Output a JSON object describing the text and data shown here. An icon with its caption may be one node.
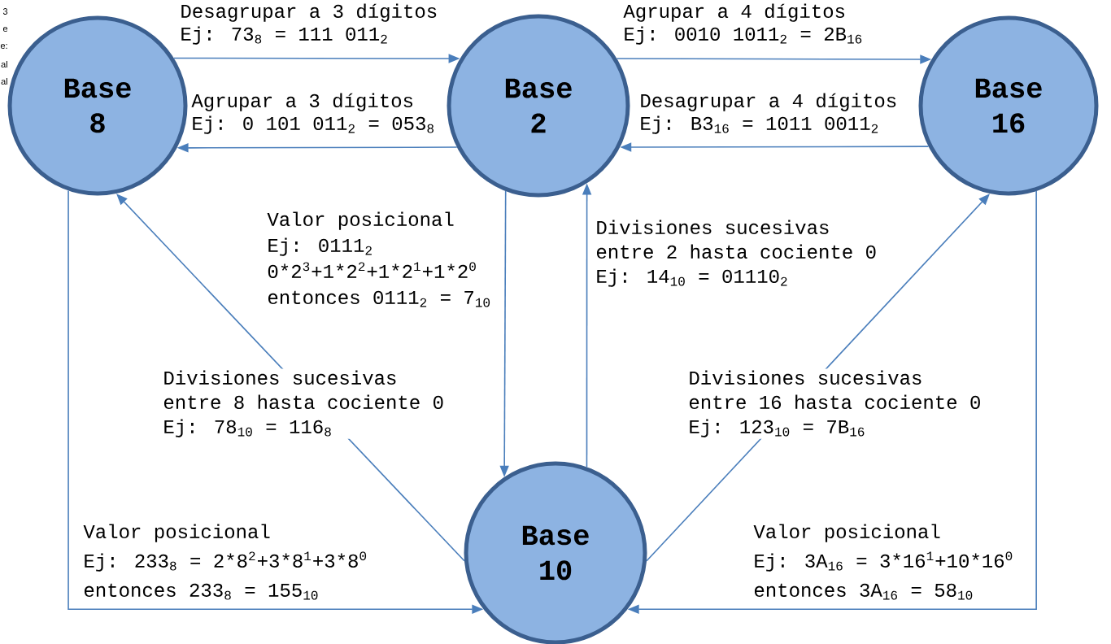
{
  "diagram": {
    "nodes": [
      {
        "text": [
          "Base 8"
        ]
      },
      {
        "text": [
          "Base 2"
        ]
      },
      {
        "text": [
          "Base 16"
        ]
      },
      {
        "text": [
          "Base 10"
        ]
      }
    ],
    "edges": [
      {
        "from": 0,
        "to": 1,
        "arrow": "to",
        "label": "Desagrupar a 3 dígitos Ej: 73$_{8}$ = 111 011$_{2}$"
      },
      {
        "from": 1,
        "to": 0,
        "arrow": "to",
        "label": "Agrupar a 3 dígitos Ej: 0 101 011$_{2}$ = 053$_{8}$"
      },
      {
        "from": 1,
        "to": 2,
        "arrow": "to",
        "label": "Agrupar a 4 dígitos Ej: 0010 1011$_{2}$ = 2B$_{16}$"
      },
      {
        "from": 2,
        "to": 1,
        "arrow": "to",
        "label": "Desagrupar a 4 dígitos Ej: B3$_{16}$ = 1011  0011$_{2}$"
      },
      {
        "from": 1,
        "to": 3,
        "arrow": "to",
        "label": "Valor posicional Ej: 0111$_{2}$ 0*2$^{3}$+1*2$^{2}$+1*2$^{1}$+1*2$^{0}$ entonces 0111$_{2}$ = 7$_{10}$"
      },
      {
        "from": 3,
        "to": 1,
        "arrow": "to",
        "label": "Divisiones sucesivas entre 2 hasta cociente 0 Ej: 14$_{10}$ = 01110$_{2}$"
      },
      {
        "from": 3,
        "to": 0,
        "arrow": "to",
        "label": "Divisiones sucesivas entre 8 hasta cociente 0 Ej: 78$_{10}$ = 116$_{8}$"
      },
      {
        "from": 3,
        "to": 2,
        "arrow": "to",
        "label": "Divisiones sucesivas entre 16 hasta cociente 0 Ej: 123$_{10}$ = 7B$_{16}$"
      },
      {
        "from": 0,
        "to": 3,
        "arrow": "to",
        "label": "Valor posicional Ej: 233$_{8}$ = 2*8$^{2}$+3*8$^{1}$+3*8$^{0}$ entonces 233$_{8}$ = 155$_{10}$"
      },
      {
        "from": 2,
        "to": 3,
        "arrow": "to",
        "label": "Valor posicional Ej: 3A$_{16}$ = 3*16$^{1}$+10*16$^{0}$ entonces 3A$_{16}$ = 58$_{10}$"
      }
    ],
    "labels": [
      "3",
      "e",
      "e:",
      "al",
      "al"
    ]
  }
}
